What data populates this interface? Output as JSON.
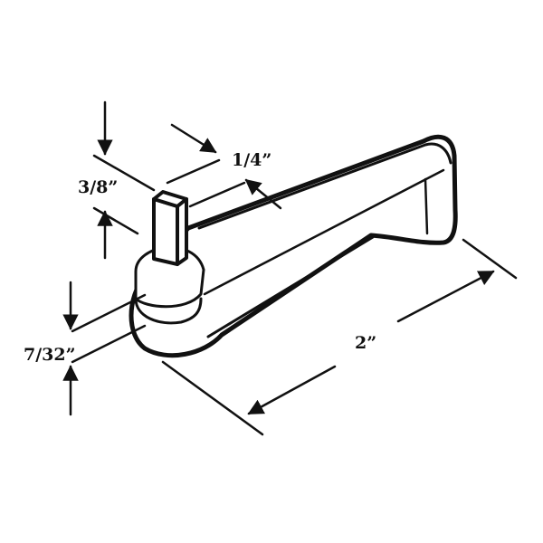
{
  "dimensions": {
    "width_label": "1/4”",
    "height_label": "3/8”",
    "thickness_label": "7/32”",
    "length_label": "2”"
  },
  "colors": {
    "line": "#111111",
    "background": "#ffffff"
  }
}
